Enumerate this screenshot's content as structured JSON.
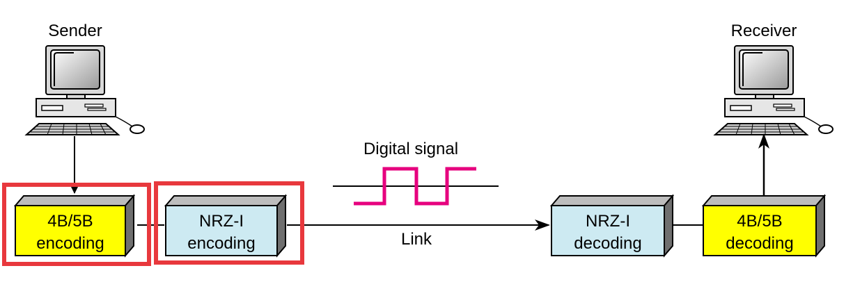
{
  "sender": {
    "label": "Sender"
  },
  "receiver": {
    "label": "Receiver"
  },
  "signal": {
    "label": "Digital signal",
    "color": "#e6007e"
  },
  "link": {
    "label": "Link"
  },
  "blocks": {
    "enc_4b5b": {
      "line1": "4B/5B",
      "line2": "encoding",
      "color": "#ffff00"
    },
    "enc_nrzi": {
      "line1": "NRZ-I",
      "line2": "encoding",
      "color": "#cdeaf2"
    },
    "dec_nrzi": {
      "line1": "NRZ-I",
      "line2": "decoding",
      "color": "#cdeaf2"
    },
    "dec_4b5b": {
      "line1": "4B/5B",
      "line2": "decoding",
      "color": "#ffff00"
    }
  },
  "highlight": {
    "color": "#e8383d"
  },
  "icons": [
    "computer-icon",
    "computer-icon"
  ]
}
